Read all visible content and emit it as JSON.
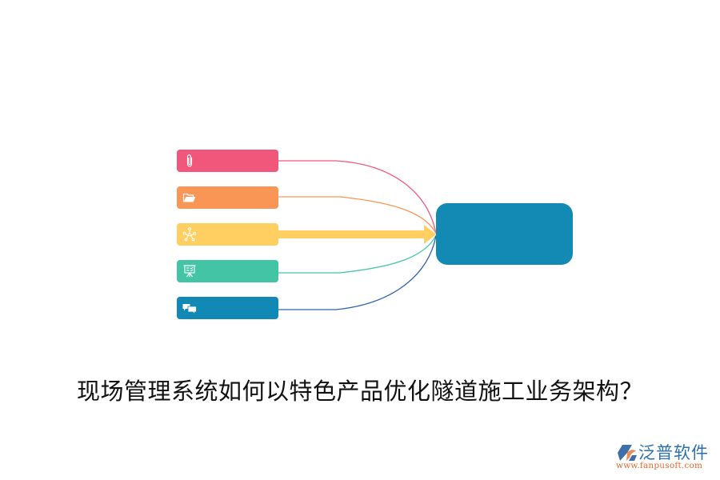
{
  "diagram": {
    "type": "converging-flow",
    "nodes": [
      {
        "id": "node-1",
        "icon": "paperclip-icon",
        "color": "#F0577A",
        "label": ""
      },
      {
        "id": "node-2",
        "icon": "folder-open-icon",
        "color": "#F99656",
        "label": ""
      },
      {
        "id": "node-3",
        "icon": "network-hub-icon",
        "color": "#FFCF62",
        "label": ""
      },
      {
        "id": "node-4",
        "icon": "presentation-board-icon",
        "color": "#43C5A5",
        "label": ""
      },
      {
        "id": "node-5",
        "icon": "chat-bubbles-icon",
        "color": "#1289B4",
        "label": ""
      }
    ],
    "target": {
      "id": "center-box",
      "color": "#128AB4",
      "label": ""
    },
    "edges": [
      {
        "from": "node-1",
        "to": "center-box",
        "style": "thin-curve",
        "color": "#F0577A"
      },
      {
        "from": "node-2",
        "to": "center-box",
        "style": "thin-curve",
        "color": "#F99656"
      },
      {
        "from": "node-3",
        "to": "center-box",
        "style": "thick-arrow",
        "color": "#FFCF62"
      },
      {
        "from": "node-4",
        "to": "center-box",
        "style": "thin-curve",
        "color": "#43C5A5"
      },
      {
        "from": "node-5",
        "to": "center-box",
        "style": "thin-curve",
        "color": "#2F63A8"
      }
    ]
  },
  "title": "现场管理系统如何以特色产品优化隧道施工业务架构？",
  "logo": {
    "name": "泛普软件",
    "url": "www.fanpusoft.com"
  }
}
